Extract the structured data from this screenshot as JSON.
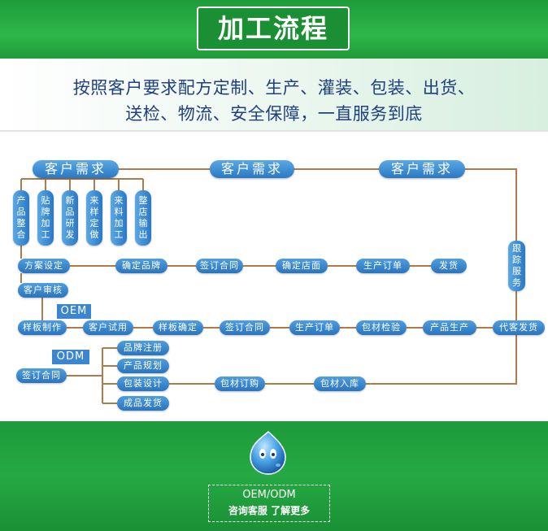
{
  "header": {
    "title": "加工流程"
  },
  "intro": {
    "line1": "按照客户要求配方定制、生产、灌装、包装、出货、",
    "line2": "送检、物流、安全保障，一直服务到底"
  },
  "flow": {
    "top_nodes": [
      "客户需求",
      "客户需求",
      "客户需求"
    ],
    "service_options": [
      [
        "产",
        "品",
        "整",
        "合"
      ],
      [
        "贴",
        "牌",
        "加",
        "工"
      ],
      [
        "新",
        "品",
        "研",
        "发"
      ],
      [
        "来",
        "样",
        "定",
        "做"
      ],
      [
        "来",
        "料",
        "加",
        "工"
      ],
      [
        "整",
        "店",
        "输",
        "出"
      ]
    ],
    "follow_service": [
      "跟",
      "踪",
      "服",
      "务"
    ],
    "row1": [
      "方案设定",
      "确定品牌",
      "签订合同",
      "确定店面",
      "生产订单",
      "发货"
    ],
    "review": "客户审核",
    "oem_tag": "OEM",
    "odm_tag": "ODM",
    "oem_row": [
      "样板制作",
      "客户试用",
      "样板确定",
      "签订合同",
      "生产订单",
      "包材检验",
      "产品生产",
      "代客发货"
    ],
    "odm_start": "签订合同",
    "odm_branches": [
      "品牌注册",
      "产品规划",
      "包装设计",
      "成品发货"
    ],
    "odm_row": [
      "包材订购",
      "包材入库"
    ]
  },
  "footer": {
    "cta_line1": "OEM/ODM",
    "cta_line2": "咨询客服 了解更多"
  },
  "colors": {
    "accent_green": "#1f9a38",
    "pill_blue": "#2a79c4",
    "connector": "#b07a4a"
  }
}
